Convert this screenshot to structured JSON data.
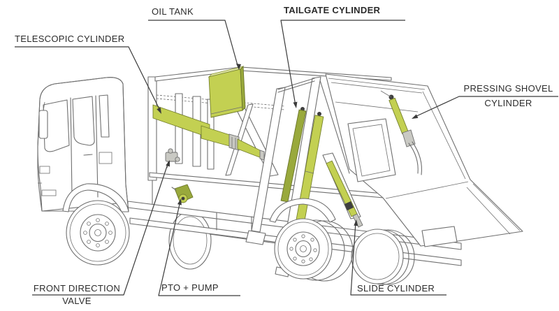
{
  "diagram": {
    "figure_type": "technical-diagram",
    "figure_description": "Refuse compactor garbage truck with hydraulic components highlighted in green",
    "labels": {
      "oil_tank": "OIL TANK",
      "telescopic_cylinder": "TELESCOPIC CYLINDER",
      "tailgate_cylinder": "TAILGATE CYLINDER",
      "pressing_shovel_line1": "PRESSING SHOVEL",
      "pressing_shovel_line2": "CYLINDER",
      "front_direction_line1": "FRONT DIRECTION",
      "front_direction_line2": "VALVE",
      "pto_pump": "PTO + PUMP",
      "slide_cylinder": "SLIDE CYLINDER"
    },
    "colors": {
      "component_green": "#c3d052",
      "component_green_dark": "#99a93c",
      "component_green_light": "#dde3a0",
      "line_gray": "#6f6f6f",
      "leader_black": "#3a3a3a",
      "background": "#ffffff"
    }
  }
}
